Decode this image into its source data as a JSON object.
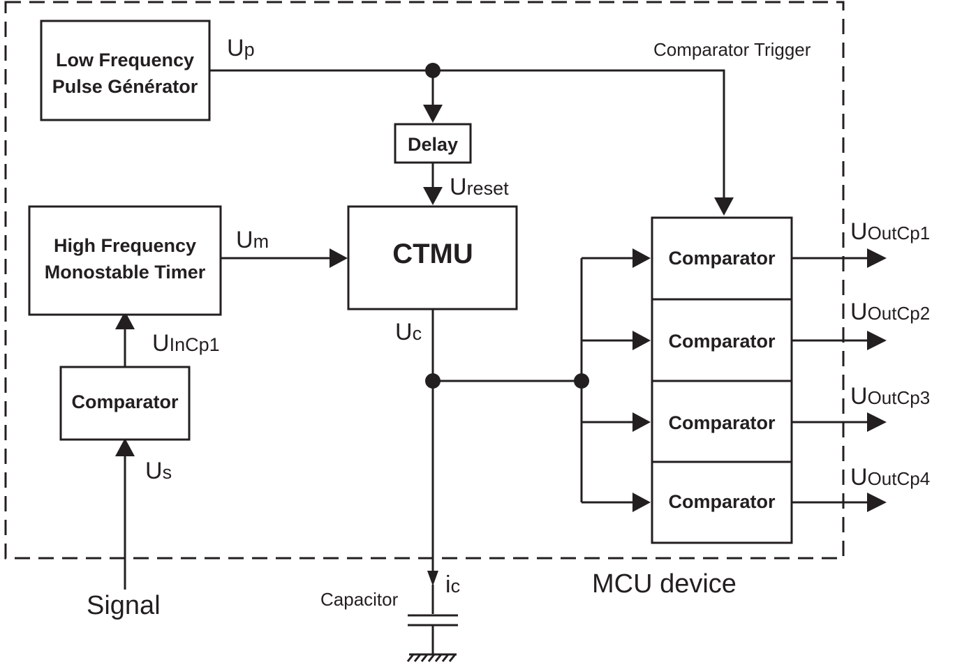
{
  "blocks": {
    "lf_gen": {
      "line1": "Low Frequency",
      "line2": "Pulse Générator"
    },
    "hf_timer": {
      "line1": "High Frequency",
      "line2": "Monostable Timer"
    },
    "input_comparator": {
      "label": "Comparator"
    },
    "delay": {
      "label": "Delay"
    },
    "ctmu": {
      "label": "CTMU"
    },
    "comparator_bank": [
      "Comparator",
      "Comparator",
      "Comparator",
      "Comparator"
    ]
  },
  "signals": {
    "up": {
      "main": "U",
      "sub": "p"
    },
    "um": {
      "main": "U",
      "sub": "m"
    },
    "ureset": {
      "main": "U",
      "sub": "reset"
    },
    "uc": {
      "main": "U",
      "sub": "c"
    },
    "uincp1": {
      "main": "U",
      "sub": "InCp1"
    },
    "us": {
      "main": "U",
      "sub": "s"
    },
    "ic": {
      "main": "i",
      "sub": "c"
    },
    "outputs": [
      {
        "main": "U",
        "sub": "OutCp1"
      },
      {
        "main": "U",
        "sub": "OutCp2"
      },
      {
        "main": "U",
        "sub": "OutCp3"
      },
      {
        "main": "U",
        "sub": "OutCp4"
      }
    ]
  },
  "labels": {
    "comparator_trigger": "Comparator Trigger",
    "mcu_device": "MCU device",
    "signal": "Signal",
    "capacitor": "Capacitor"
  }
}
